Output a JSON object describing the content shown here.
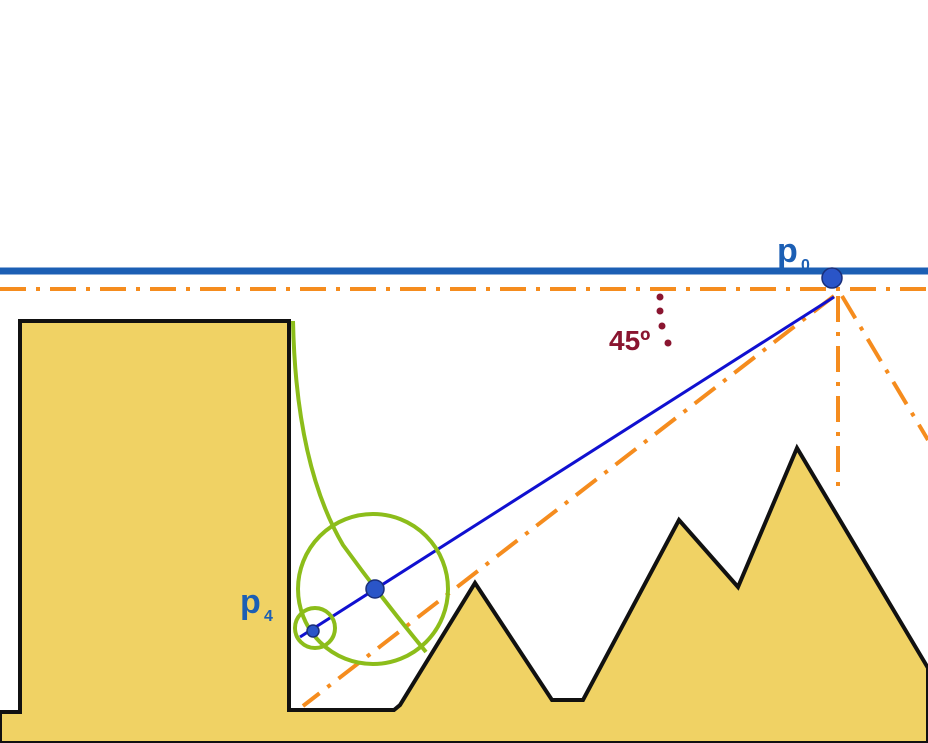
{
  "labels": {
    "p0_main": "p",
    "p0_sub": "0",
    "p4_main": "p",
    "p4_sub": "4",
    "angle": "45º"
  },
  "colors": {
    "background": "#ffffff",
    "profile_fill": "#f0d264",
    "profile_outline": "#111111",
    "reference_line": "#1c5fb4",
    "construction_line": "#f58c1e",
    "ray_line": "#1010d0",
    "curve_and_circles": "#8cbd1a",
    "points": "#2a55c8",
    "angle_marks": "#8a1530",
    "label_blue": "#1c5fb4"
  }
}
